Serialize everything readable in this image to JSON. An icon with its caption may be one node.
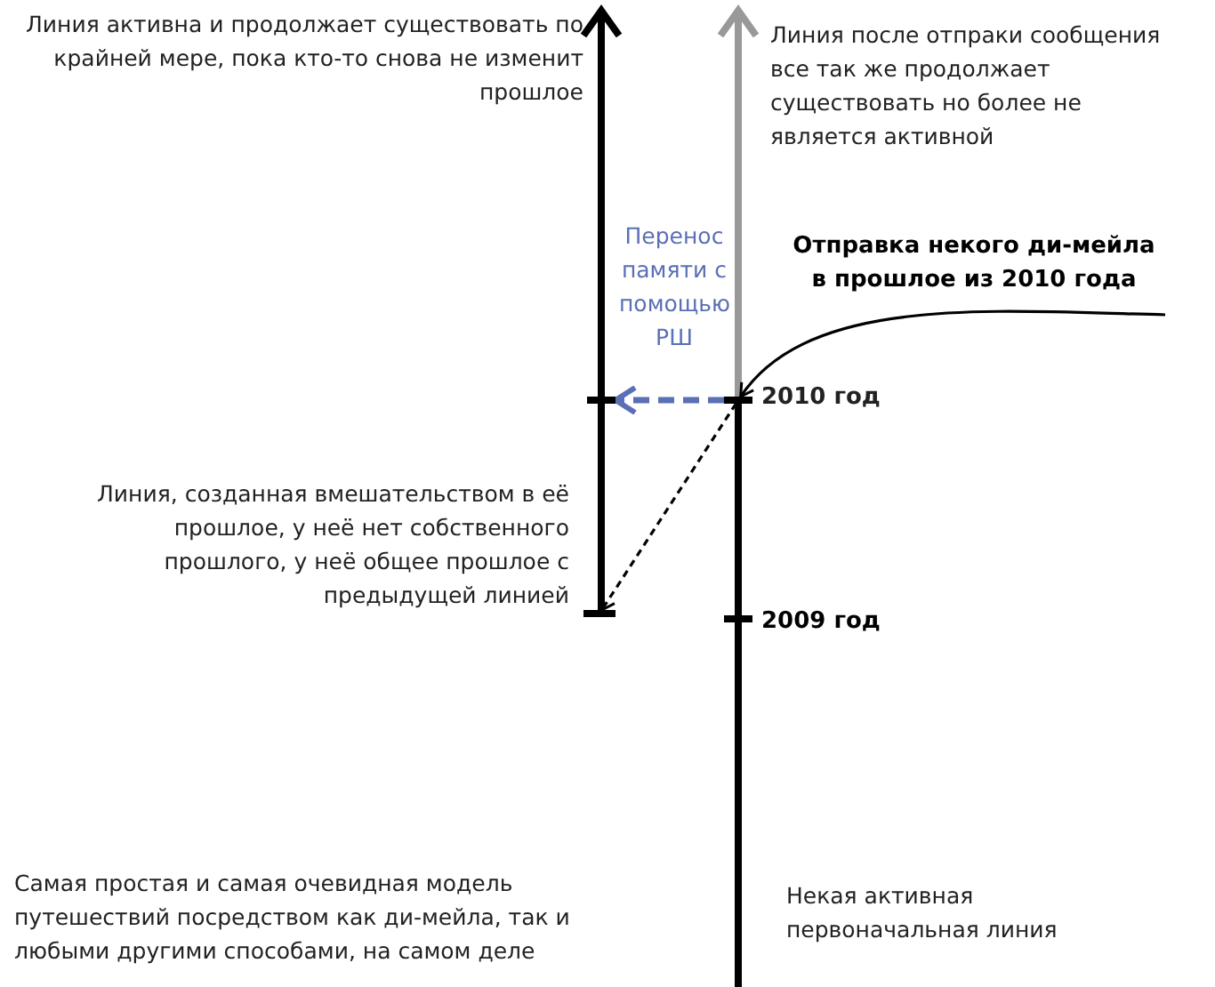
{
  "diagram": {
    "nodes": [
      {
        "text": [],
        "shape": "bar",
        "beside": [
          "2010 год"
        ]
      },
      {
        "text": [],
        "shape": "bar"
      },
      {
        "text": [],
        "shape": "bar"
      }
    ],
    "edges": [
      {
        "from": null,
        "to": 0,
        "arrow": "to"
      },
      {
        "from": 0,
        "to": 1,
        "arrow": "to",
        "style": "dashed",
        "color": "#5b6fb5",
        "label": "Перенос памяти с помощью РШ"
      },
      {
        "from": 0,
        "to": 2,
        "arrow": "to",
        "style": "dashed"
      }
    ],
    "labels": [
      "Линия активна и продолжает существовать по крайней мере, пока кто-то снова не изменит прошлое",
      "Линия после отпраки сообщения все так же продолжает существовать но более не является активной",
      "Отправка некого ди-мейла в прошлое из 2010 года",
      "Линия, созданная вмешательством в её прошлое, у неё нет собственного прошлого, у неё общее прошлое с предыдущей линией",
      "2009 год",
      "Самая простая и самая очевидная модель путешествий посредством как ди-мейла, так и любыми другими способами, на самом деле",
      "Некая активная первоначальная линия"
    ]
  }
}
